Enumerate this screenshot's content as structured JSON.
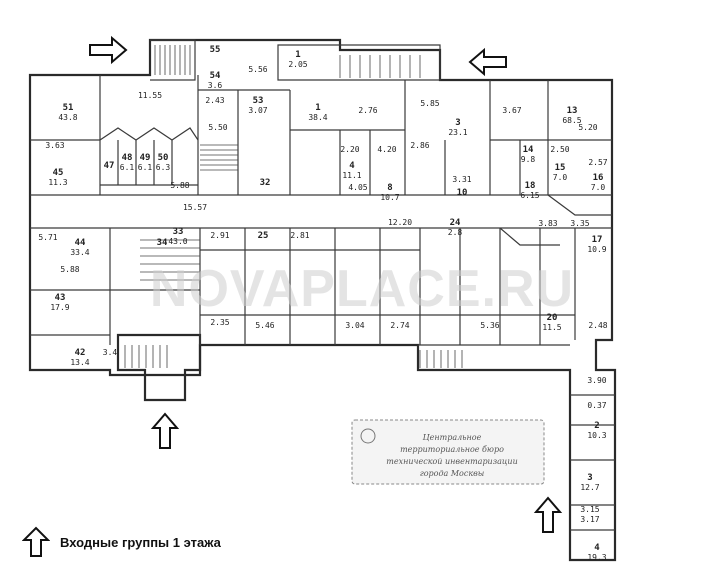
{
  "watermark": "NOVAPLACE.RU",
  "legend": {
    "label": "Входные группы 1 этажа",
    "icon": "up-arrow-icon"
  },
  "stamp": {
    "lines": [
      "Центральное",
      "территориальное бюро",
      "технической инвентаризации",
      "города Москвы"
    ]
  },
  "rooms": [
    {
      "id": "r1",
      "num": "51",
      "area": "43.8"
    },
    {
      "id": "r2",
      "num": "",
      "area": "11.55"
    },
    {
      "id": "r3",
      "num": "55",
      "area": ""
    },
    {
      "id": "r4",
      "num": "54",
      "area": "3.6"
    },
    {
      "id": "r5",
      "num": "",
      "area": "5.56"
    },
    {
      "id": "r6",
      "num": "",
      "area": "2.43"
    },
    {
      "id": "r7",
      "num": "53",
      "area": "3.07"
    },
    {
      "id": "r8",
      "num": "1",
      "area": "2.05"
    },
    {
      "id": "r9",
      "num": "1",
      "area": "38.4"
    },
    {
      "id": "r10",
      "num": "",
      "area": "2.76"
    },
    {
      "id": "r11",
      "num": "",
      "area": "5.85"
    },
    {
      "id": "r12",
      "num": "3",
      "area": "23.1"
    },
    {
      "id": "r13",
      "num": "",
      "area": "3.67"
    },
    {
      "id": "r14",
      "num": "13",
      "area": "68.5"
    },
    {
      "id": "r15",
      "num": "",
      "area": "5.20"
    },
    {
      "id": "r16",
      "num": "",
      "area": "3.63"
    },
    {
      "id": "r17",
      "num": "45",
      "area": "11.3"
    },
    {
      "id": "r18",
      "num": "47",
      "area": ""
    },
    {
      "id": "r19",
      "num": "48",
      "area": "6.1"
    },
    {
      "id": "r20",
      "num": "49",
      "area": "6.1"
    },
    {
      "id": "r21",
      "num": "50",
      "area": "6.3"
    },
    {
      "id": "r22",
      "num": "",
      "area": "5.88"
    },
    {
      "id": "r23",
      "num": "",
      "area": "5.50"
    },
    {
      "id": "r24",
      "num": "32",
      "area": ""
    },
    {
      "id": "r25",
      "num": "",
      "area": "2.20"
    },
    {
      "id": "r26",
      "num": "4",
      "area": "11.1"
    },
    {
      "id": "r27",
      "num": "",
      "area": "4.20"
    },
    {
      "id": "r28",
      "num": "",
      "area": "4.05"
    },
    {
      "id": "r29",
      "num": "8",
      "area": "10.7"
    },
    {
      "id": "r30",
      "num": "",
      "area": "2.86"
    },
    {
      "id": "r31",
      "num": "",
      "area": "3.31"
    },
    {
      "id": "r32",
      "num": "10",
      "area": ""
    },
    {
      "id": "r33",
      "num": "14",
      "area": "9.8"
    },
    {
      "id": "r34",
      "num": "",
      "area": "2.50"
    },
    {
      "id": "r35",
      "num": "15",
      "area": "7.0"
    },
    {
      "id": "r36",
      "num": "16",
      "area": "7.0"
    },
    {
      "id": "r37",
      "num": "",
      "area": "2.57"
    },
    {
      "id": "r38",
      "num": "18",
      "area": "6.15"
    },
    {
      "id": "r39",
      "num": "",
      "area": "15.57"
    },
    {
      "id": "r40",
      "num": "33",
      "area": "43.0"
    },
    {
      "id": "r41",
      "num": "44",
      "area": "33.4"
    },
    {
      "id": "r42",
      "num": "",
      "area": "5.71"
    },
    {
      "id": "r43",
      "num": "34",
      "area": ""
    },
    {
      "id": "r44",
      "num": "",
      "area": "2.91"
    },
    {
      "id": "r45",
      "num": "25",
      "area": ""
    },
    {
      "id": "r46",
      "num": "",
      "area": "2.81"
    },
    {
      "id": "r47",
      "num": "",
      "area": "12.20"
    },
    {
      "id": "r48",
      "num": "24",
      "area": "2.8"
    },
    {
      "id": "r49",
      "num": "",
      "area": "3.83"
    },
    {
      "id": "r50",
      "num": "",
      "area": "3.35"
    },
    {
      "id": "r51",
      "num": "17",
      "area": "10.9"
    },
    {
      "id": "r52",
      "num": "",
      "area": "5.88"
    },
    {
      "id": "r53",
      "num": "43",
      "area": "17.9"
    },
    {
      "id": "r54",
      "num": "",
      "area": "2.35"
    },
    {
      "id": "r55",
      "num": "",
      "area": "5.46"
    },
    {
      "id": "r56",
      "num": "",
      "area": "3.04"
    },
    {
      "id": "r57",
      "num": "",
      "area": "2.74"
    },
    {
      "id": "r58",
      "num": "",
      "area": "5.36"
    },
    {
      "id": "r59",
      "num": "20",
      "area": "11.5"
    },
    {
      "id": "r60",
      "num": "",
      "area": "2.48"
    },
    {
      "id": "r61",
      "num": "42",
      "area": "13.4"
    },
    {
      "id": "r62",
      "num": "",
      "area": "3.4"
    },
    {
      "id": "r63",
      "num": "",
      "area": "3.90"
    },
    {
      "id": "r64",
      "num": "",
      "area": "0.37"
    },
    {
      "id": "r65",
      "num": "2",
      "area": "10.3"
    },
    {
      "id": "r66",
      "num": "3",
      "area": "12.7"
    },
    {
      "id": "r67",
      "num": "",
      "area": "3.15"
    },
    {
      "id": "r68",
      "num": "",
      "area": "3.17"
    },
    {
      "id": "r69",
      "num": "4",
      "area": "19.3"
    }
  ]
}
